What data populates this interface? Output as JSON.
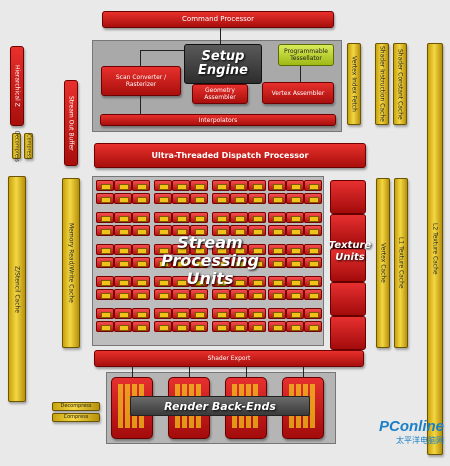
{
  "blocks": {
    "command_processor": "Command Processor",
    "setup_engine_line1": "Setup",
    "setup_engine_line2": "Engine",
    "programmable_tessellator": "Programmable Tessellator",
    "scan_converter": "Scan Converter / Rasterizer",
    "geometry_assembler": "Geometry Assembler",
    "vertex_assembler": "Vertex Assembler",
    "interpolators": "Interpolators",
    "dispatch_processor": "Ultra-Threaded Dispatch Processor",
    "shader_export": "Shader Export",
    "stream_processing_line1": "Stream",
    "stream_processing_line2": "Processing",
    "stream_processing_line3": "Units",
    "texture_units_line1": "Texture",
    "texture_units_line2": "Units",
    "render_back_ends": "Render Back-Ends",
    "decompress_top": "Decompress",
    "compress_top": "Compress",
    "decompress_bottom": "Decompress",
    "compress_bottom": "Compress"
  },
  "caches": {
    "hierarchical_z": "Hierarchical Z",
    "stream_out_buffer": "Stream Out Buffer",
    "z_stencil_cache": "Z/Stencil Cache",
    "memory_rw_cache": "Memory Read/Write Cache",
    "vertex_index_fetch": "Vertex Index Fetch",
    "shader_instruction_cache": "Shader Instruction Cache",
    "shader_constant_cache": "Shader Constant Cache",
    "vertex_cache": "Vertex Cache",
    "l1_texture_cache": "L1 Texture Cache",
    "l2_texture_cache": "L2 Texture Cache"
  },
  "watermark": {
    "brand": "PConline",
    "sub": "太平洋电脑网"
  },
  "colors": {
    "block_red": "#c8161b",
    "cache_yellow": "#e8c62a",
    "background": "#e9e9e9"
  }
}
